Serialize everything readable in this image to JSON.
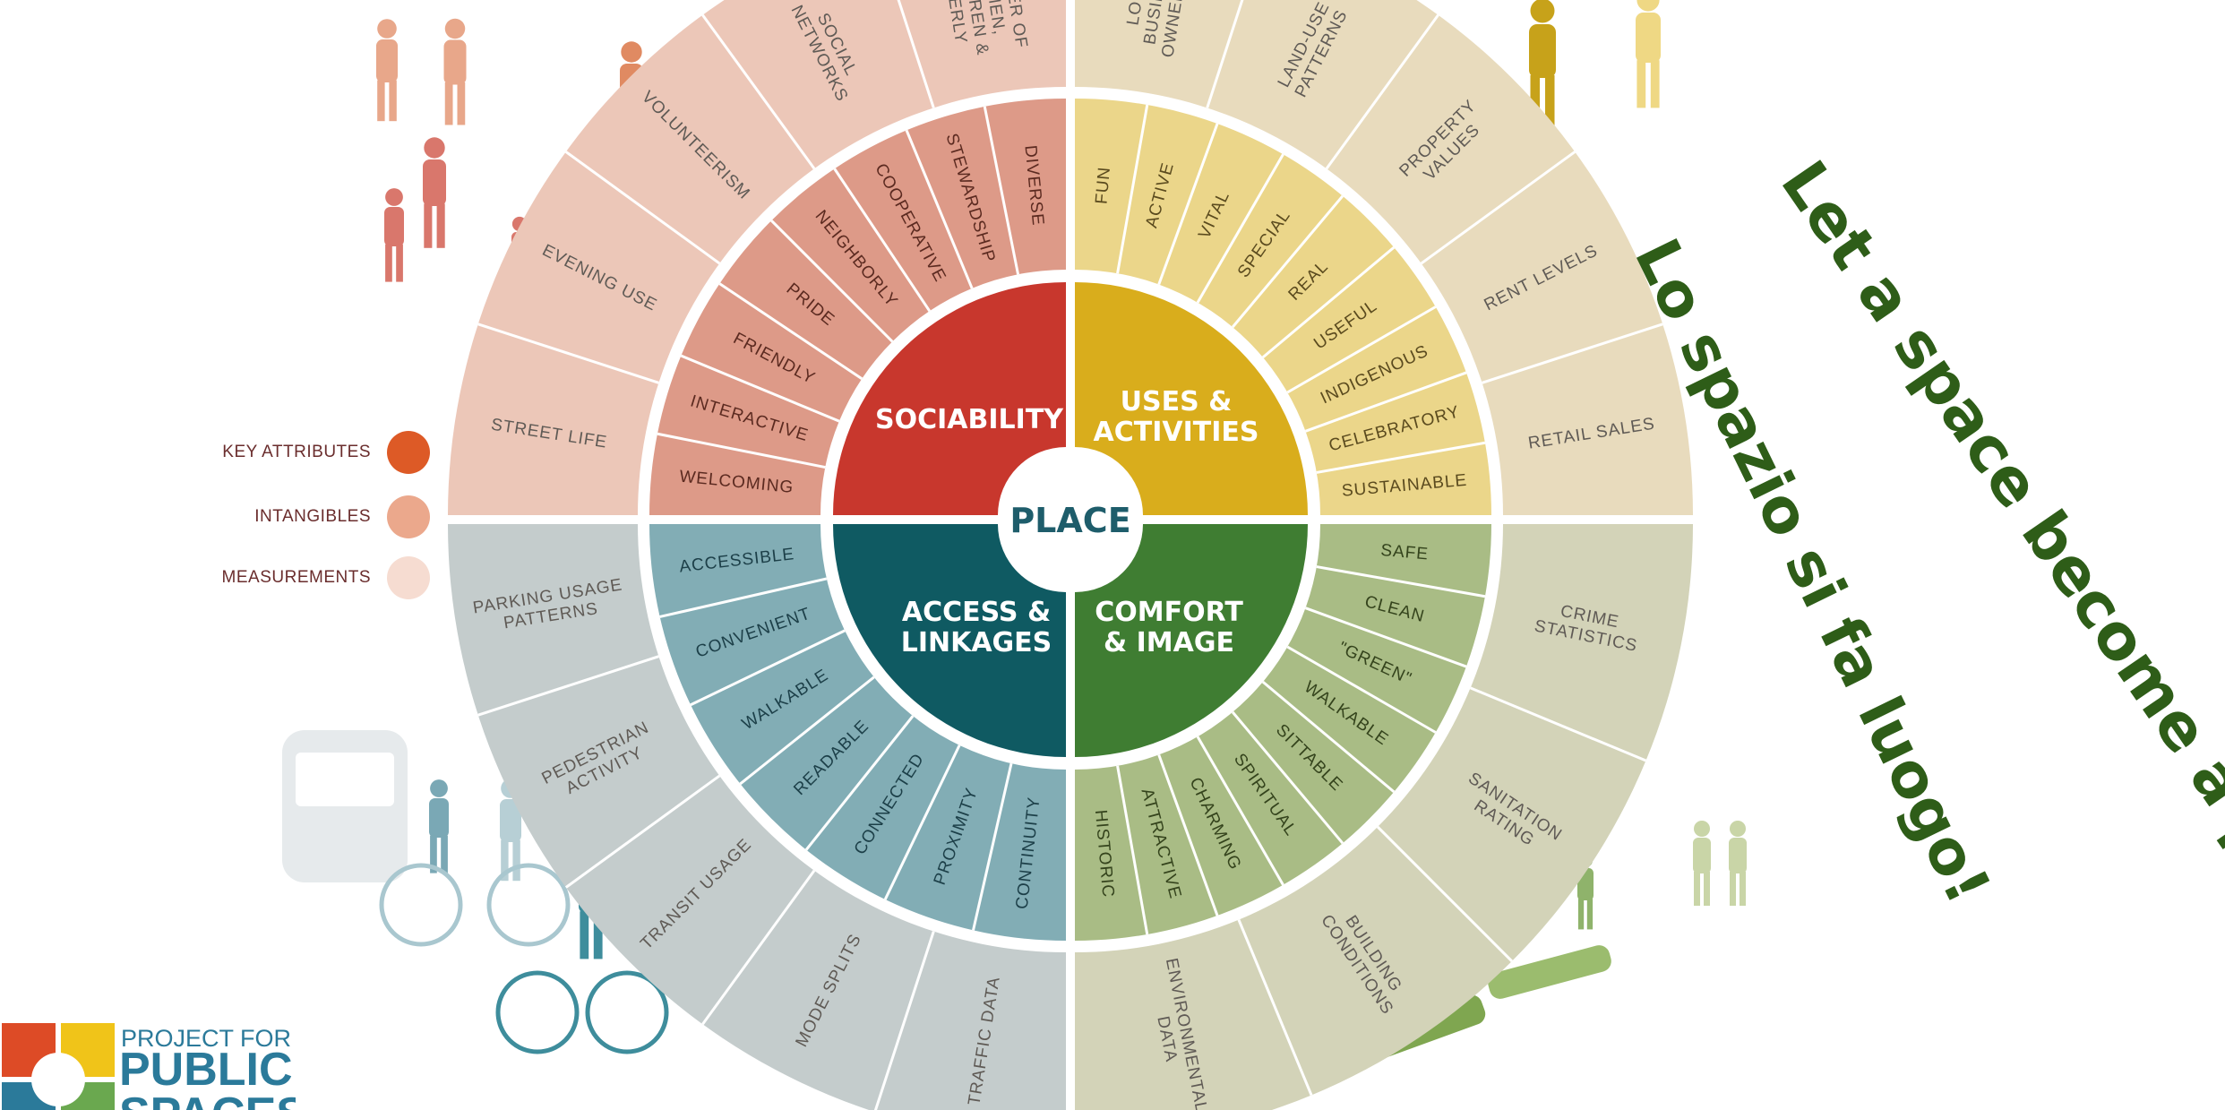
{
  "center": {
    "label": "PLACE"
  },
  "categories": [
    {
      "key": "sociability",
      "label": [
        "SOCIABILITY"
      ],
      "color": "#c0392b",
      "intangibles": [
        "WELCOMING",
        "INTERACTIVE",
        "FRIENDLY",
        "PRIDE",
        "NEIGHBORLY",
        "COOPERATIVE",
        "STEWARDSHIP",
        "DIVERSE"
      ],
      "measurements": [
        "STREET LIFE",
        "EVENING USE",
        "VOLUNTEERISM",
        "SOCIAL NETWORKS",
        "NUMBER OF WOMEN, CHILDREN & ELDERLY"
      ]
    },
    {
      "key": "uses",
      "label": [
        "USES &",
        "ACTIVITIES"
      ],
      "color": "#d9a81c",
      "intangibles": [
        "FUN",
        "ACTIVE",
        "VITAL",
        "SPECIAL",
        "REAL",
        "USEFUL",
        "INDIGENOUS",
        "CELEBRATORY",
        "SUSTAINABLE"
      ],
      "measurements": [
        "LOCAL BUSINESS OWNERSHIP",
        "LAND-USE PATTERNS",
        "PROPERTY VALUES",
        "RENT LEVELS",
        "RETAIL SALES"
      ]
    },
    {
      "key": "comfort",
      "label": [
        "COMFORT",
        "& IMAGE"
      ],
      "color": "#3f7a33",
      "intangibles": [
        "SAFE",
        "CLEAN",
        "\"GREEN\"",
        "WALKABLE",
        "SITTABLE",
        "SPIRITUAL",
        "CHARMING",
        "ATTRACTIVE",
        "HISTORIC"
      ],
      "measurements": [
        "CRIME STATISTICS",
        "SANITATION RATING",
        "BUILDING CONDITIONS",
        "ENVIRONMENTAL DATA"
      ]
    },
    {
      "key": "access",
      "label": [
        "ACCESS &",
        "LINKAGES"
      ],
      "color": "#10585f",
      "intangibles": [
        "CONTINUITY",
        "PROXIMITY",
        "CONNECTED",
        "READABLE",
        "WALKABLE",
        "CONVENIENT",
        "ACCESSIBLE"
      ],
      "measurements": [
        "TRAFFIC DATA",
        "MODE SPLITS",
        "TRANSIT USAGE",
        "PEDESTRIAN ACTIVITY",
        "PARKING USAGE PATTERNS"
      ]
    }
  ],
  "legend": [
    {
      "label": "KEY ATTRIBUTES",
      "color": "#dd5a26"
    },
    {
      "label": "INTANGIBLES",
      "color": "#eba88c"
    },
    {
      "label": "MEASUREMENTS",
      "color": "#f6dcd1"
    }
  ],
  "slogans": {
    "english": "Let a space become a place!",
    "italian": "Lo spazio si fa luogo!"
  },
  "logo": {
    "line1": "PROJECT FOR",
    "line2": "PUBLIC",
    "line3": "SPACES"
  },
  "colors": {
    "text_soc": "#5b2a20",
    "text_uses": "#5a4a1e",
    "text_comf": "#34431c",
    "text_acc": "#1c3f48",
    "slogan": "#2e5d18",
    "logo_text": "#2b7a9a"
  }
}
